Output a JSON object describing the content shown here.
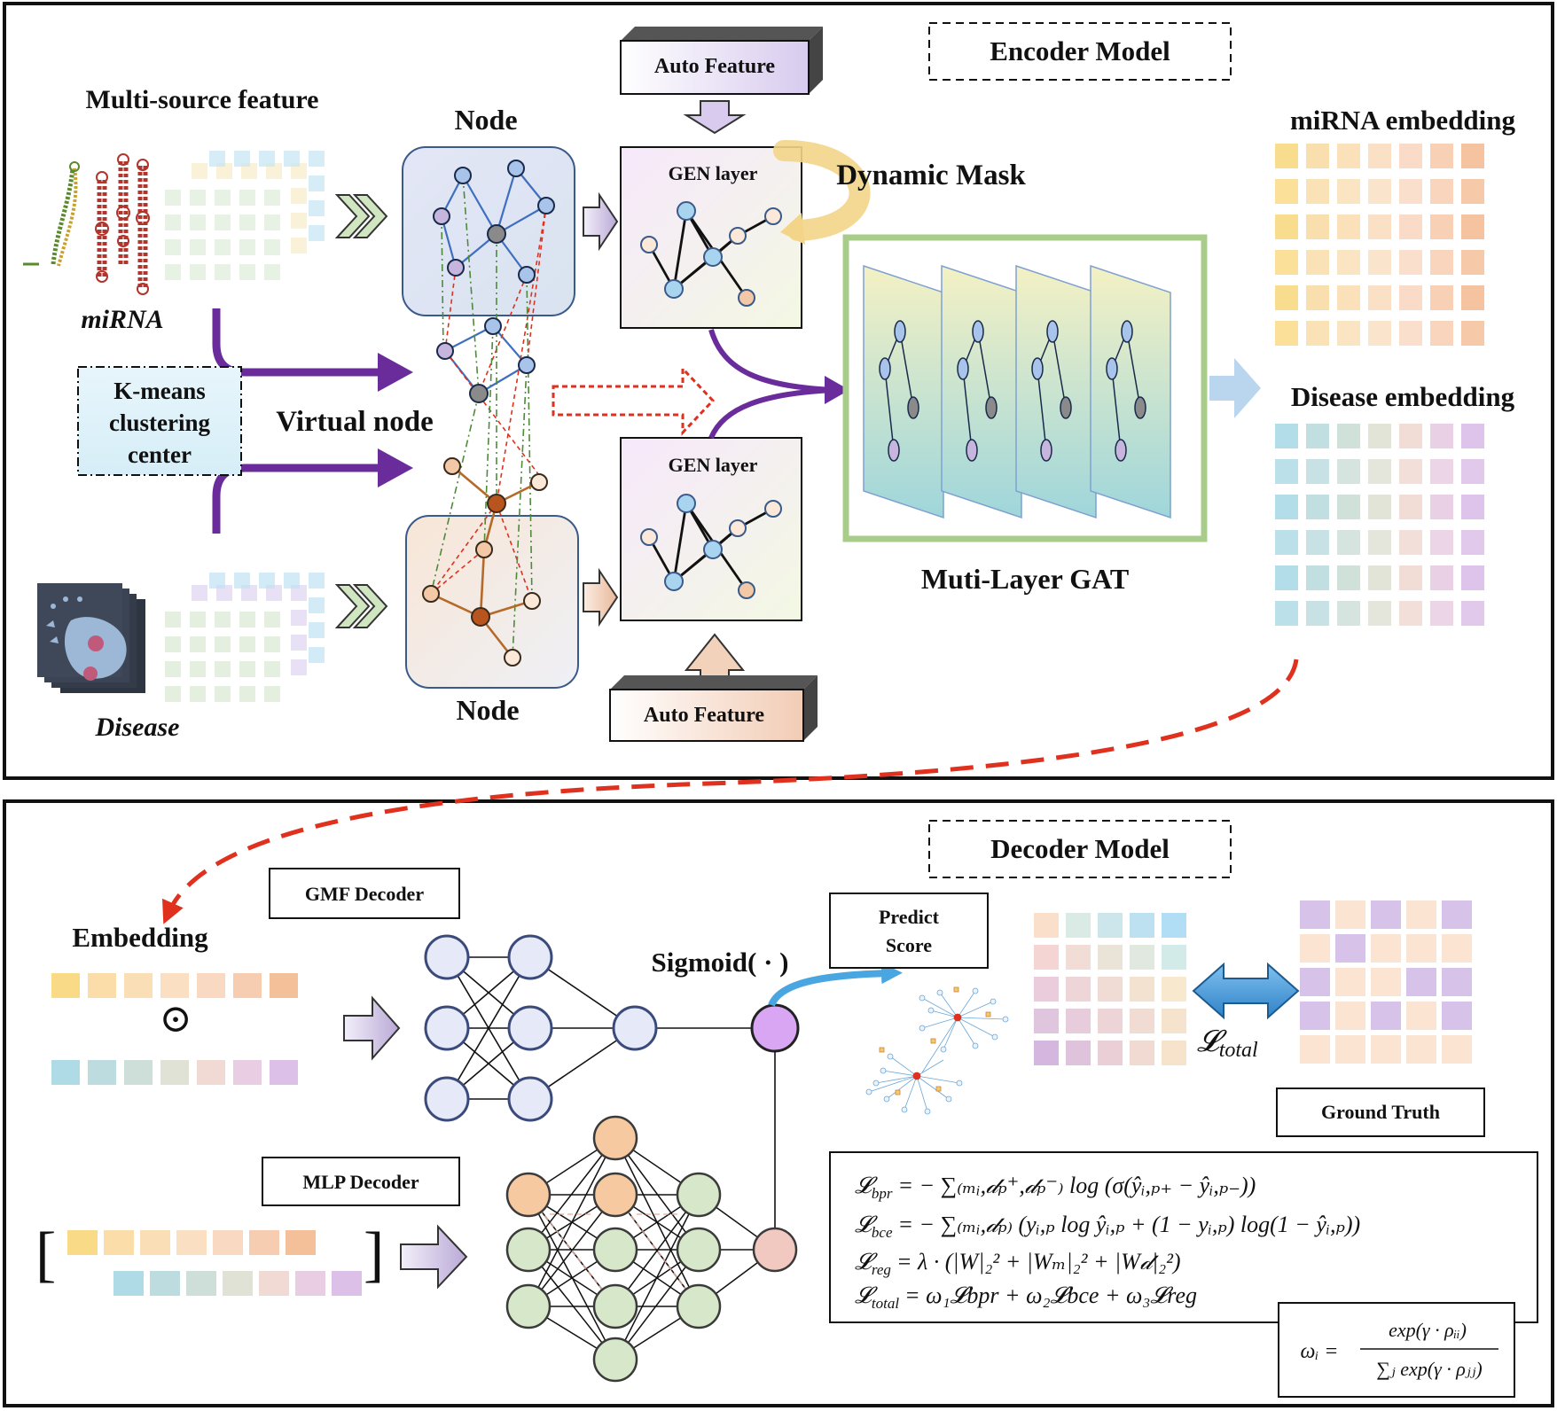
{
  "encoder": {
    "title": "Encoder Model",
    "multi_source_label": "Multi-source feature",
    "mirna_label": "miRNA",
    "disease_label": "Disease",
    "kmeans_label": [
      "K-means",
      "clustering",
      "center"
    ],
    "virtual_node_label": "Virtual node",
    "node_top_label": "Node",
    "node_bottom_label": "Node",
    "auto_feature_top": "Auto Feature",
    "auto_feature_bottom": "Auto Feature",
    "gen_layer_top": "GEN layer",
    "gen_layer_bottom": "GEN layer",
    "dynamic_mask_label": "Dynamic Mask",
    "gat_label": "Muti-Layer GAT",
    "mirna_embedding_label": "miRNA embedding",
    "disease_embedding_label": "Disease embedding"
  },
  "decoder": {
    "title": "Decoder Model",
    "embedding_label": "Embedding",
    "hadamard_symbol": "⊙",
    "gmf_label": "GMF Decoder",
    "mlp_label": "MLP Decoder",
    "sigmoid_label": "Sigmoid( · )",
    "predict_score_label": [
      "Predict",
      "Score"
    ],
    "ground_truth_label": "Ground Truth",
    "loss_symbol": "𝓛",
    "loss_subscript": "total",
    "bracket_left": "[",
    "bracket_right": "]",
    "formulas": {
      "bpr_lhs": "𝓛",
      "bpr_sub": "bpr",
      "bpr_rhs": "= − ∑₍ₘᵢ,𝒹ₚ⁺,𝒹ₚ⁻₎ log (σ(ŷᵢ,ₚ₊ − ŷᵢ,ₚ₋))",
      "bce_lhs": "𝓛",
      "bce_sub": "bce",
      "bce_rhs": "= − ∑₍ₘᵢ,𝒹ₚ₎ (yᵢ,ₚ log ŷᵢ,ₚ + (1 − yᵢ,ₚ) log(1 − ŷᵢ,ₚ))",
      "reg_lhs": "𝓛",
      "reg_sub": "reg",
      "reg_rhs": "= λ · (|W|₂² + |Wₘ|₂² + |W𝒹|₂²)",
      "total_lhs": "𝓛",
      "total_sub": "total",
      "total_rhs": "= ω₁𝓛bpr + ω₂𝓛bce + ω₃𝓛reg",
      "omega_lhs": "ωᵢ =",
      "omega_num": "exp(γ · ρᵢᵢ)",
      "omega_den": "∑ⱼ exp(γ · ρⱼⱼ)"
    }
  },
  "colors": {
    "purple_arrow": "#6a2c9a",
    "red_dashed": "#e0301e",
    "gat_border": "#a8cc8a",
    "node_blue": "#a9c4ea",
    "node_orange": "#f3c8a6",
    "mirna_emb": [
      "#f8d77a",
      "#f9d9a0",
      "#f9dcae",
      "#f9dcbc",
      "#f9d5bd",
      "#f6c8a8",
      "#f3b98f"
    ],
    "disease_emb": [
      "#a6d7e4",
      "#b6d8dc",
      "#c8dcd4",
      "#dcdfd0",
      "#f0d6cf",
      "#e6c8e0",
      "#d8b9e6"
    ]
  }
}
